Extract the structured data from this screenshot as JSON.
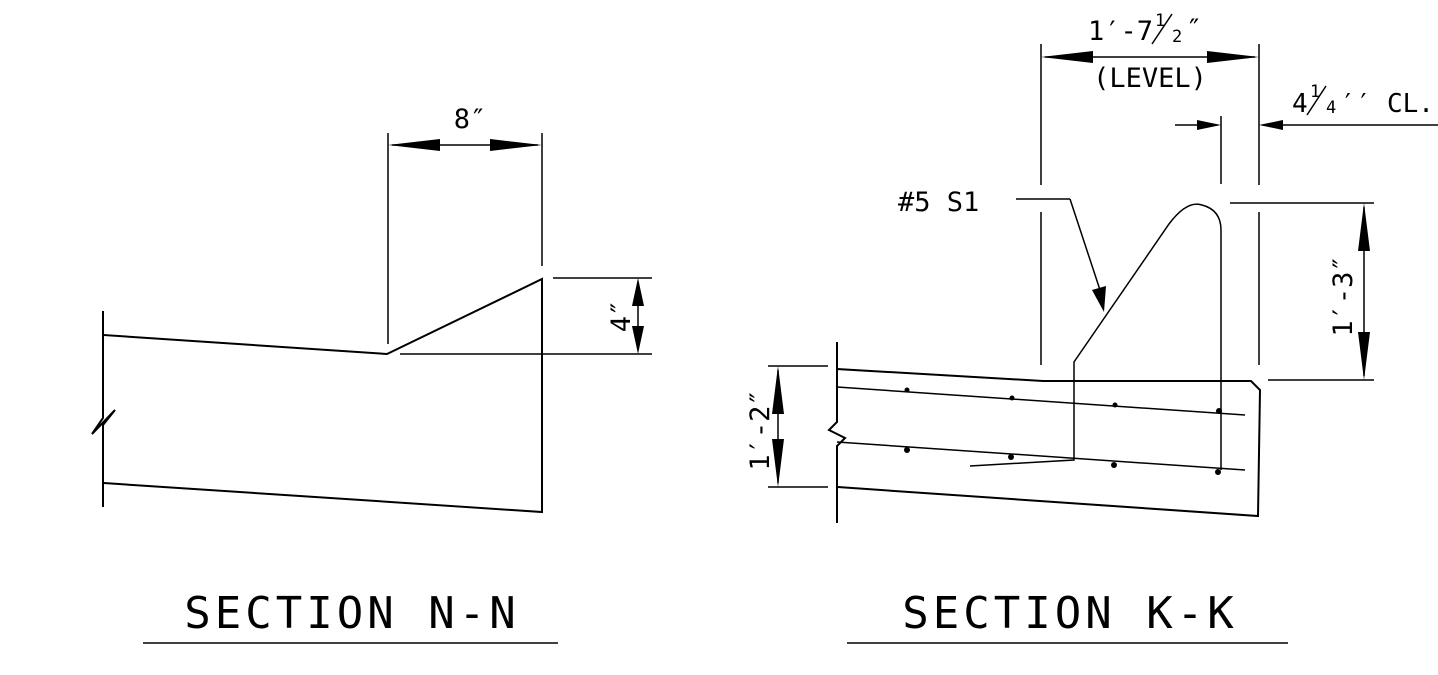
{
  "section_nn": {
    "title": "SECTION N-N",
    "dim_width": "8″",
    "dim_height": "4″"
  },
  "section_kk": {
    "title": "SECTION K-K",
    "dim_top_whole": "1′-7",
    "dim_top_frac_num": "1",
    "dim_top_frac_den": "2",
    "dim_top_inch": "″",
    "dim_top_note": "(LEVEL)",
    "dim_clear_whole": "4",
    "dim_clear_frac_num": "1",
    "dim_clear_frac_den": "4",
    "dim_clear_suffix": "′′ CL.",
    "bar_label": "#5 S1",
    "dim_curb_height": "1′-3″",
    "dim_slab_depth": "1′-2″"
  }
}
